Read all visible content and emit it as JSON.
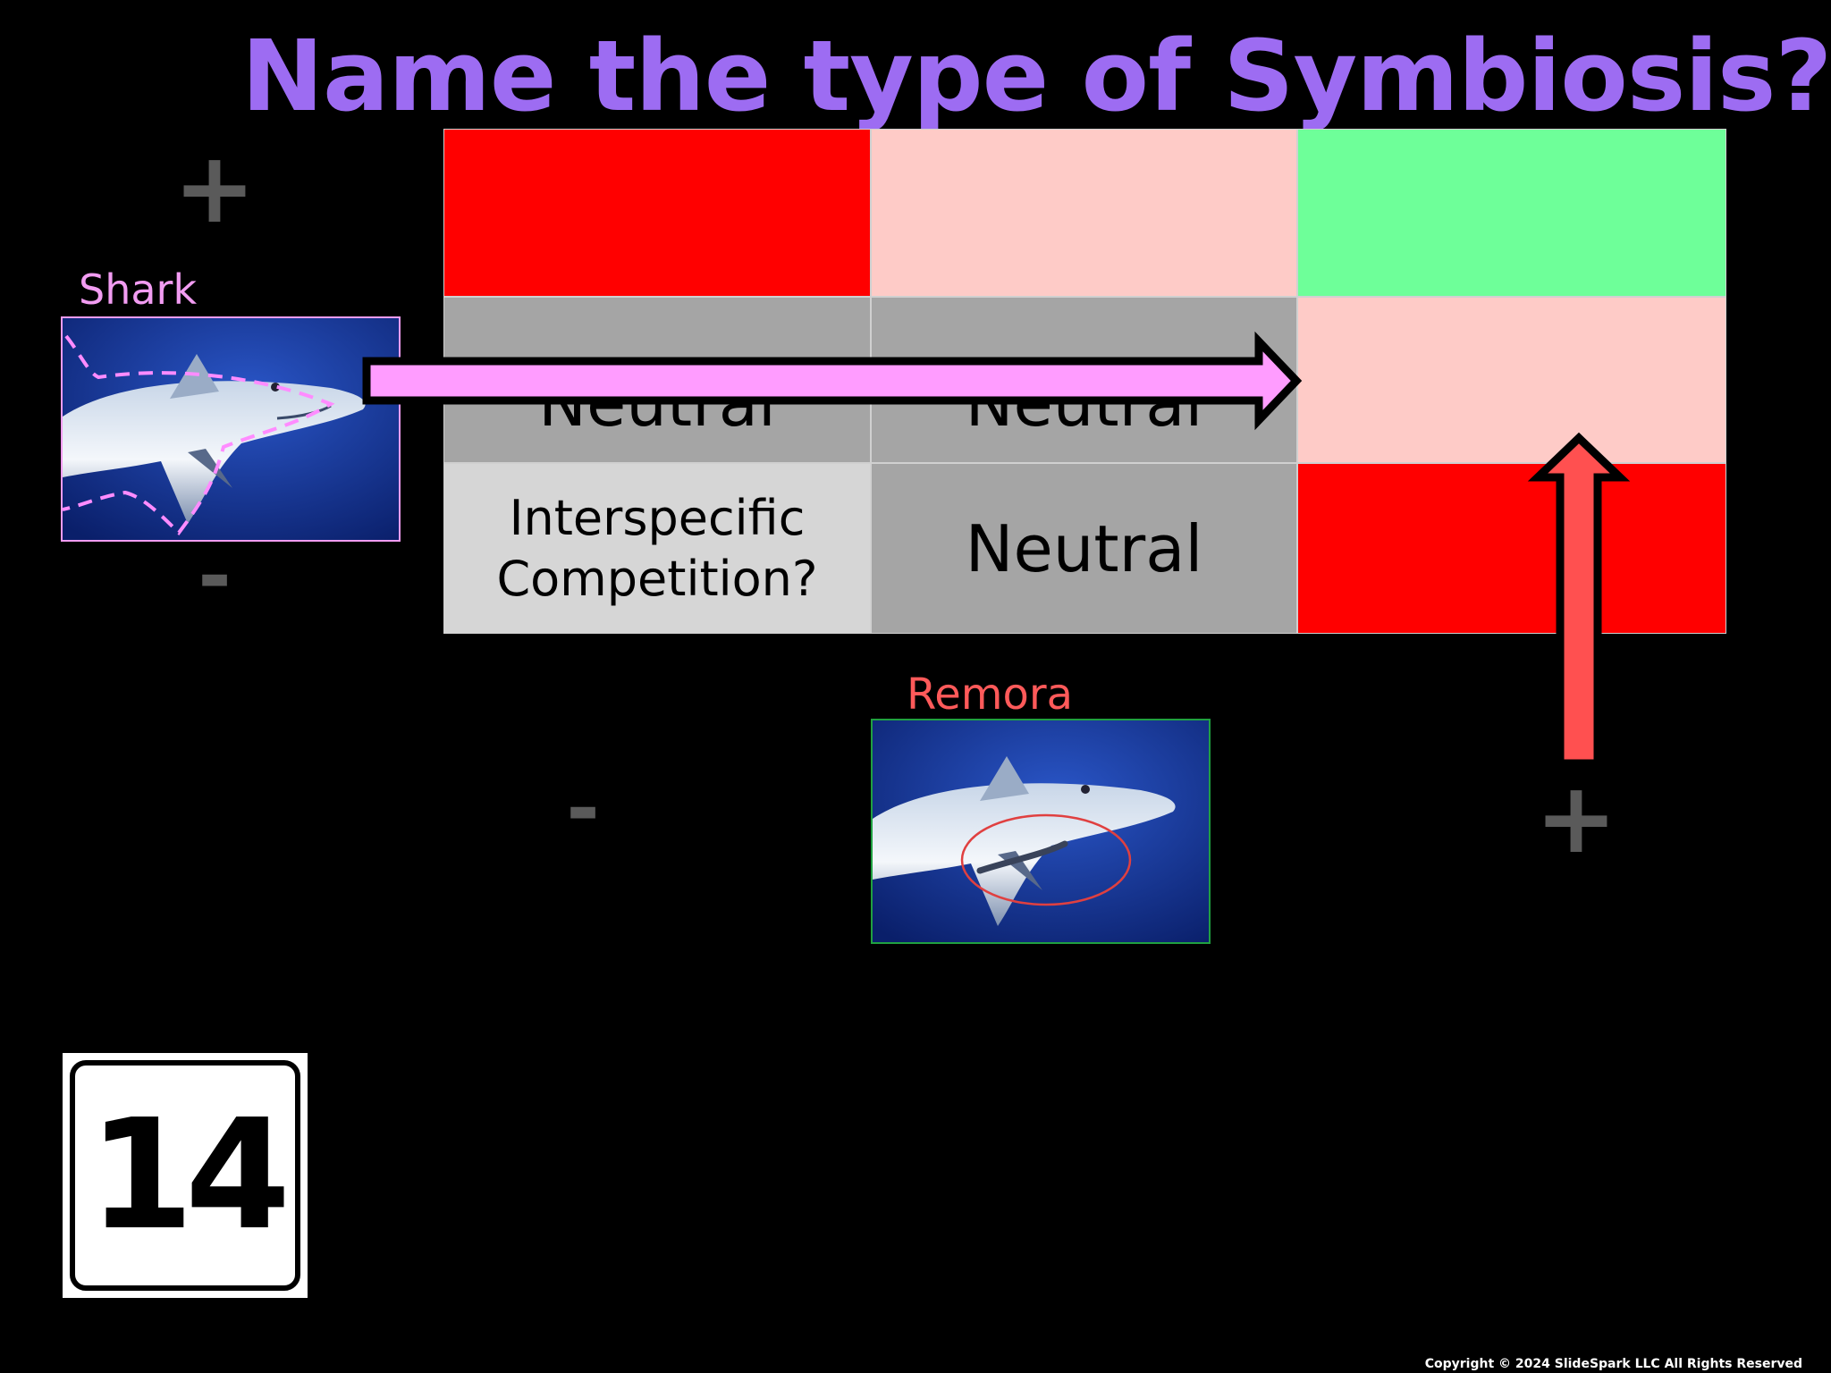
{
  "title": "Name the type of Symbiosis?",
  "signs": {
    "top_plus": "+",
    "left_minus": "-",
    "bottom_minus": "-",
    "bottom_plus": "+"
  },
  "organisms": {
    "shark_label": "Shark",
    "remora_label": "Remora"
  },
  "grid": {
    "rows": [
      [
        {
          "text": "",
          "color": "#ff0000"
        },
        {
          "text": "",
          "color": "#fecbc7"
        },
        {
          "text": "",
          "color": "#6eff99"
        }
      ],
      [
        {
          "text": "Neutral",
          "color": "#a5a5a5"
        },
        {
          "text": "Neutral",
          "color": "#a5a5a5"
        },
        {
          "text": "",
          "color": "#fecbc7"
        }
      ],
      [
        {
          "text": "Interspecific Competition?",
          "color": "#d6d6d6"
        },
        {
          "text": "Neutral",
          "color": "#a5a5a5"
        },
        {
          "text": "",
          "color": "#ff0000"
        }
      ]
    ]
  },
  "arrows": {
    "shark_arrow_color": "#ff9cff",
    "remora_arrow_color": "#ff5050"
  },
  "badge_number": "14",
  "copyright": "Copyright © 2024 SlideSpark LLC All Rights Reserved"
}
